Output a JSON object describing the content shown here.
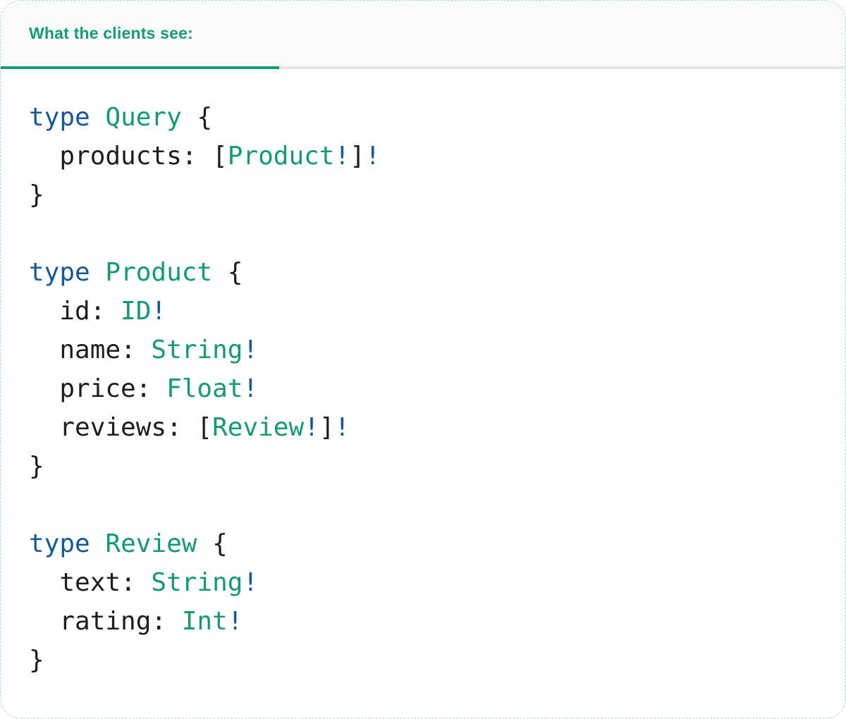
{
  "panel": {
    "tab": {
      "label": "What the clients see:"
    },
    "colors": {
      "accent_teal": "#149b77",
      "keyword_blue": "#15599a",
      "type_green": "#139a74",
      "code_dark": "#1b1d21",
      "divider_gray": "#e4e4e4",
      "header_bg": "#fafafa",
      "panel_border_green": "#b4d8bb"
    },
    "code": {
      "language": "graphql",
      "lines": [
        [
          {
            "t": "type",
            "s": "kw"
          },
          {
            "t": " ",
            "s": "pl"
          },
          {
            "t": "Query",
            "s": "ty"
          },
          {
            "t": " {",
            "s": "pl"
          }
        ],
        [
          {
            "t": "  products: [",
            "s": "pl"
          },
          {
            "t": "Product",
            "s": "ty"
          },
          {
            "t": "!",
            "s": "kw"
          },
          {
            "t": "]",
            "s": "pl"
          },
          {
            "t": "!",
            "s": "kw"
          }
        ],
        [
          {
            "t": "}",
            "s": "pl"
          }
        ],
        [],
        [
          {
            "t": "type",
            "s": "kw"
          },
          {
            "t": " ",
            "s": "pl"
          },
          {
            "t": "Product",
            "s": "ty"
          },
          {
            "t": " {",
            "s": "pl"
          }
        ],
        [
          {
            "t": "  id: ",
            "s": "pl"
          },
          {
            "t": "ID",
            "s": "ty"
          },
          {
            "t": "!",
            "s": "kw"
          }
        ],
        [
          {
            "t": "  name: ",
            "s": "pl"
          },
          {
            "t": "String",
            "s": "ty"
          },
          {
            "t": "!",
            "s": "kw"
          }
        ],
        [
          {
            "t": "  price: ",
            "s": "pl"
          },
          {
            "t": "Float",
            "s": "ty"
          },
          {
            "t": "!",
            "s": "kw"
          }
        ],
        [
          {
            "t": "  reviews: [",
            "s": "pl"
          },
          {
            "t": "Review",
            "s": "ty"
          },
          {
            "t": "!",
            "s": "kw"
          },
          {
            "t": "]",
            "s": "pl"
          },
          {
            "t": "!",
            "s": "kw"
          }
        ],
        [
          {
            "t": "}",
            "s": "pl"
          }
        ],
        [],
        [
          {
            "t": "type",
            "s": "kw"
          },
          {
            "t": " ",
            "s": "pl"
          },
          {
            "t": "Review",
            "s": "ty"
          },
          {
            "t": " {",
            "s": "pl"
          }
        ],
        [
          {
            "t": "  text: ",
            "s": "pl"
          },
          {
            "t": "String",
            "s": "ty"
          },
          {
            "t": "!",
            "s": "kw"
          }
        ],
        [
          {
            "t": "  rating: ",
            "s": "pl"
          },
          {
            "t": "Int",
            "s": "ty"
          },
          {
            "t": "!",
            "s": "kw"
          }
        ],
        [
          {
            "t": "}",
            "s": "pl"
          }
        ]
      ]
    }
  }
}
